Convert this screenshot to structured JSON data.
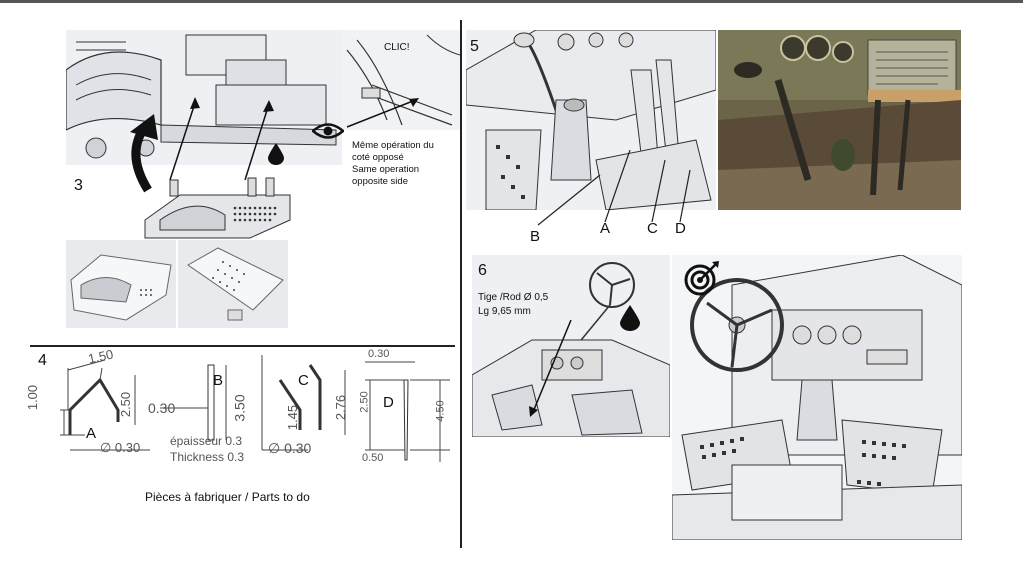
{
  "steps": {
    "s3": {
      "number": "3",
      "clic": "CLIC!",
      "note_line1": "Même opération du",
      "note_line2": "coté opposé",
      "note_line3": "Same operation",
      "note_line4": "opposite side"
    },
    "s4": {
      "number": "4",
      "caption": "Pièces à fabriquer / Parts to do",
      "part_a": "A",
      "part_b": "B",
      "part_c": "C",
      "part_d": "D",
      "a_dim1": "1.50",
      "a_dim2": "1.00",
      "a_dim3": "2.50",
      "a_dim4": "∅ 0.30",
      "b_dim1": "0.30",
      "b_dim2": "3.50",
      "b_thick_fr": "épaisseur 0.3",
      "b_thick_en": "Thickness 0.3",
      "c_dim1": "1.45",
      "c_dim2": "2.76",
      "c_dim3": "∅ 0.30",
      "d_dim1": "0.30",
      "d_dim2": "2.50",
      "d_dim3": "4.50",
      "d_dim4": "0.50"
    },
    "s5": {
      "number": "5",
      "label_b": "B",
      "label_a": "A",
      "label_c": "C",
      "label_d": "D"
    },
    "s6": {
      "number": "6",
      "rod_line1": "Tige /Rod Ø 0,5",
      "rod_line2": "Lg 9,65 mm"
    }
  },
  "icons": [
    "eye-icon",
    "drop-icon",
    "target-icon"
  ]
}
